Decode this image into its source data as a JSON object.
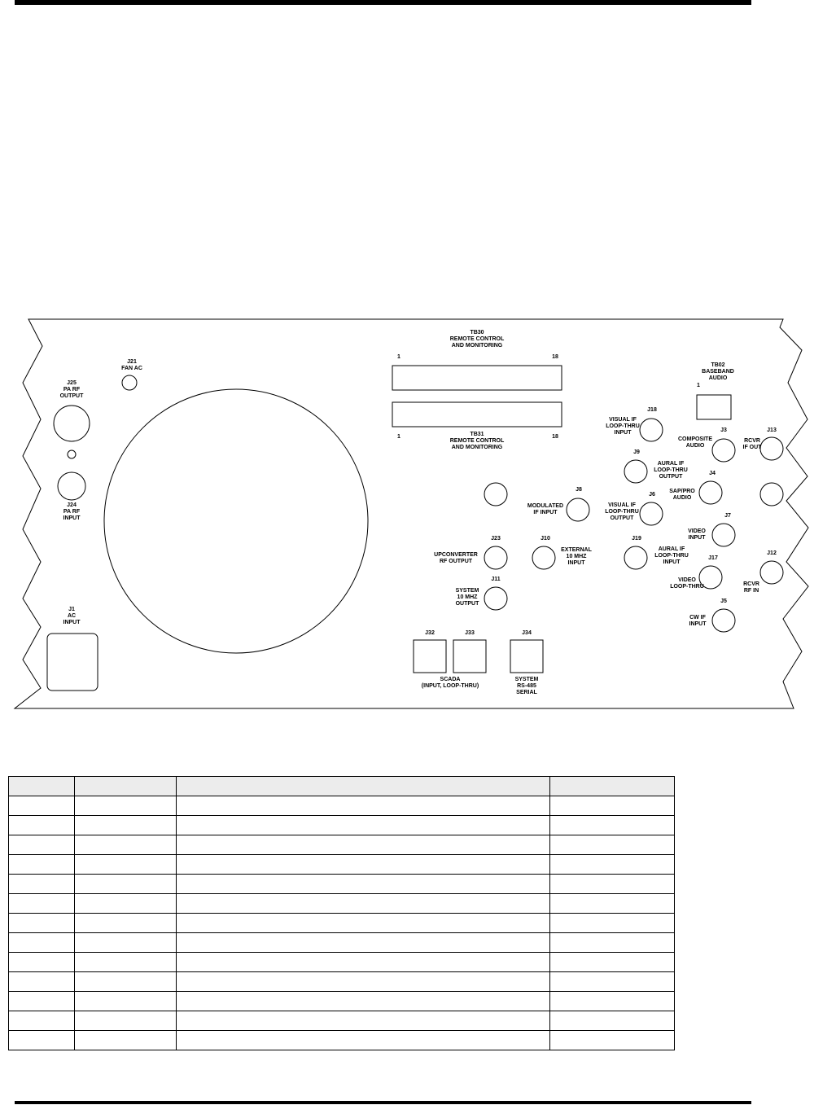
{
  "labels": [
    {
      "name": "tb30-label",
      "lines": [
        "TB30",
        "REMOTE CONTROL",
        "AND MONITORING"
      ]
    },
    {
      "name": "tb30-pin-first",
      "lines": [
        "1"
      ]
    },
    {
      "name": "tb30-pin-last",
      "lines": [
        "18"
      ]
    },
    {
      "name": "tb31-label",
      "lines": [
        "TB31",
        "REMOTE CONTROL",
        "AND MONITORING"
      ]
    },
    {
      "name": "tb31-pin-first",
      "lines": [
        "1"
      ]
    },
    {
      "name": "tb31-pin-last",
      "lines": [
        "18"
      ]
    },
    {
      "name": "j21-label",
      "lines": [
        "J21",
        "FAN AC"
      ]
    },
    {
      "name": "j25-label",
      "lines": [
        "J25",
        "PA RF",
        "OUTPUT"
      ]
    },
    {
      "name": "j24-label",
      "lines": [
        "J24",
        "PA RF",
        "INPUT"
      ]
    },
    {
      "name": "j1-label",
      "lines": [
        "J1",
        "AC",
        "INPUT"
      ]
    },
    {
      "name": "tb02-label",
      "lines": [
        "TB02",
        "BASEBAND",
        "AUDIO"
      ]
    },
    {
      "name": "tb02-pin-first",
      "lines": [
        "1"
      ]
    },
    {
      "name": "j18-label",
      "lines": [
        "J18"
      ]
    },
    {
      "name": "j18-desc",
      "lines": [
        "VISUAL IF",
        "LOOP-THRU",
        "INPUT"
      ]
    },
    {
      "name": "j3-label",
      "lines": [
        "J3"
      ]
    },
    {
      "name": "j3-desc",
      "lines": [
        "COMPOSITE",
        "AUDIO"
      ]
    },
    {
      "name": "j13-label",
      "lines": [
        "J13"
      ]
    },
    {
      "name": "j13-desc",
      "lines": [
        "RCVR",
        "IF OUT"
      ]
    },
    {
      "name": "j9-label",
      "lines": [
        "J9"
      ]
    },
    {
      "name": "j9-desc",
      "lines": [
        "AURAL IF",
        "LOOP-THRU",
        "OUTPUT"
      ]
    },
    {
      "name": "j4-label",
      "lines": [
        "J4"
      ]
    },
    {
      "name": "j4-desc",
      "lines": [
        "SAP/PRO",
        "AUDIO"
      ]
    },
    {
      "name": "j8-label",
      "lines": [
        "J8"
      ]
    },
    {
      "name": "j8-desc",
      "lines": [
        "MODULATED",
        "IF INPUT"
      ]
    },
    {
      "name": "j6-label",
      "lines": [
        "J6"
      ]
    },
    {
      "name": "j6-desc",
      "lines": [
        "VISUAL IF",
        "LOOP-THRU",
        "OUTPUT"
      ]
    },
    {
      "name": "j7-label",
      "lines": [
        "J7"
      ]
    },
    {
      "name": "j7-desc",
      "lines": [
        "VIDEO",
        "INPUT"
      ]
    },
    {
      "name": "j23-label",
      "lines": [
        "J23"
      ]
    },
    {
      "name": "j23-desc",
      "lines": [
        "UPCONVERTER",
        "RF OUTPUT"
      ]
    },
    {
      "name": "j10-label",
      "lines": [
        "J10"
      ]
    },
    {
      "name": "j10-desc",
      "lines": [
        "EXTERNAL",
        "10 MHZ",
        "INPUT"
      ]
    },
    {
      "name": "j19-label",
      "lines": [
        "J19"
      ]
    },
    {
      "name": "j19-desc",
      "lines": [
        "AURAL IF",
        "LOOP-THRU",
        "INPUT"
      ]
    },
    {
      "name": "j17-label",
      "lines": [
        "J17"
      ]
    },
    {
      "name": "j17-desc",
      "lines": [
        "VIDEO",
        "LOOP-THRU"
      ]
    },
    {
      "name": "j12-label",
      "lines": [
        "J12"
      ]
    },
    {
      "name": "j12-desc",
      "lines": [
        "RCVR",
        "RF IN"
      ]
    },
    {
      "name": "j11-label",
      "lines": [
        "J11"
      ]
    },
    {
      "name": "j11-desc",
      "lines": [
        "SYSTEM",
        "10 MHZ",
        "OUTPUT"
      ]
    },
    {
      "name": "j5-label",
      "lines": [
        "J5"
      ]
    },
    {
      "name": "j5-desc",
      "lines": [
        "CW IF",
        "INPUT"
      ]
    },
    {
      "name": "j32-label",
      "lines": [
        "J32"
      ]
    },
    {
      "name": "j33-label",
      "lines": [
        "J33"
      ]
    },
    {
      "name": "j34-label",
      "lines": [
        "J34"
      ]
    },
    {
      "name": "scada-label",
      "lines": [
        "SCADA",
        "(INPUT, LOOP-THRU)"
      ]
    },
    {
      "name": "j34-desc",
      "lines": [
        "SYSTEM",
        "RS-485",
        "SERIAL"
      ]
    }
  ],
  "table": {
    "headers": [
      "",
      "",
      "",
      ""
    ],
    "row_count": 13
  }
}
